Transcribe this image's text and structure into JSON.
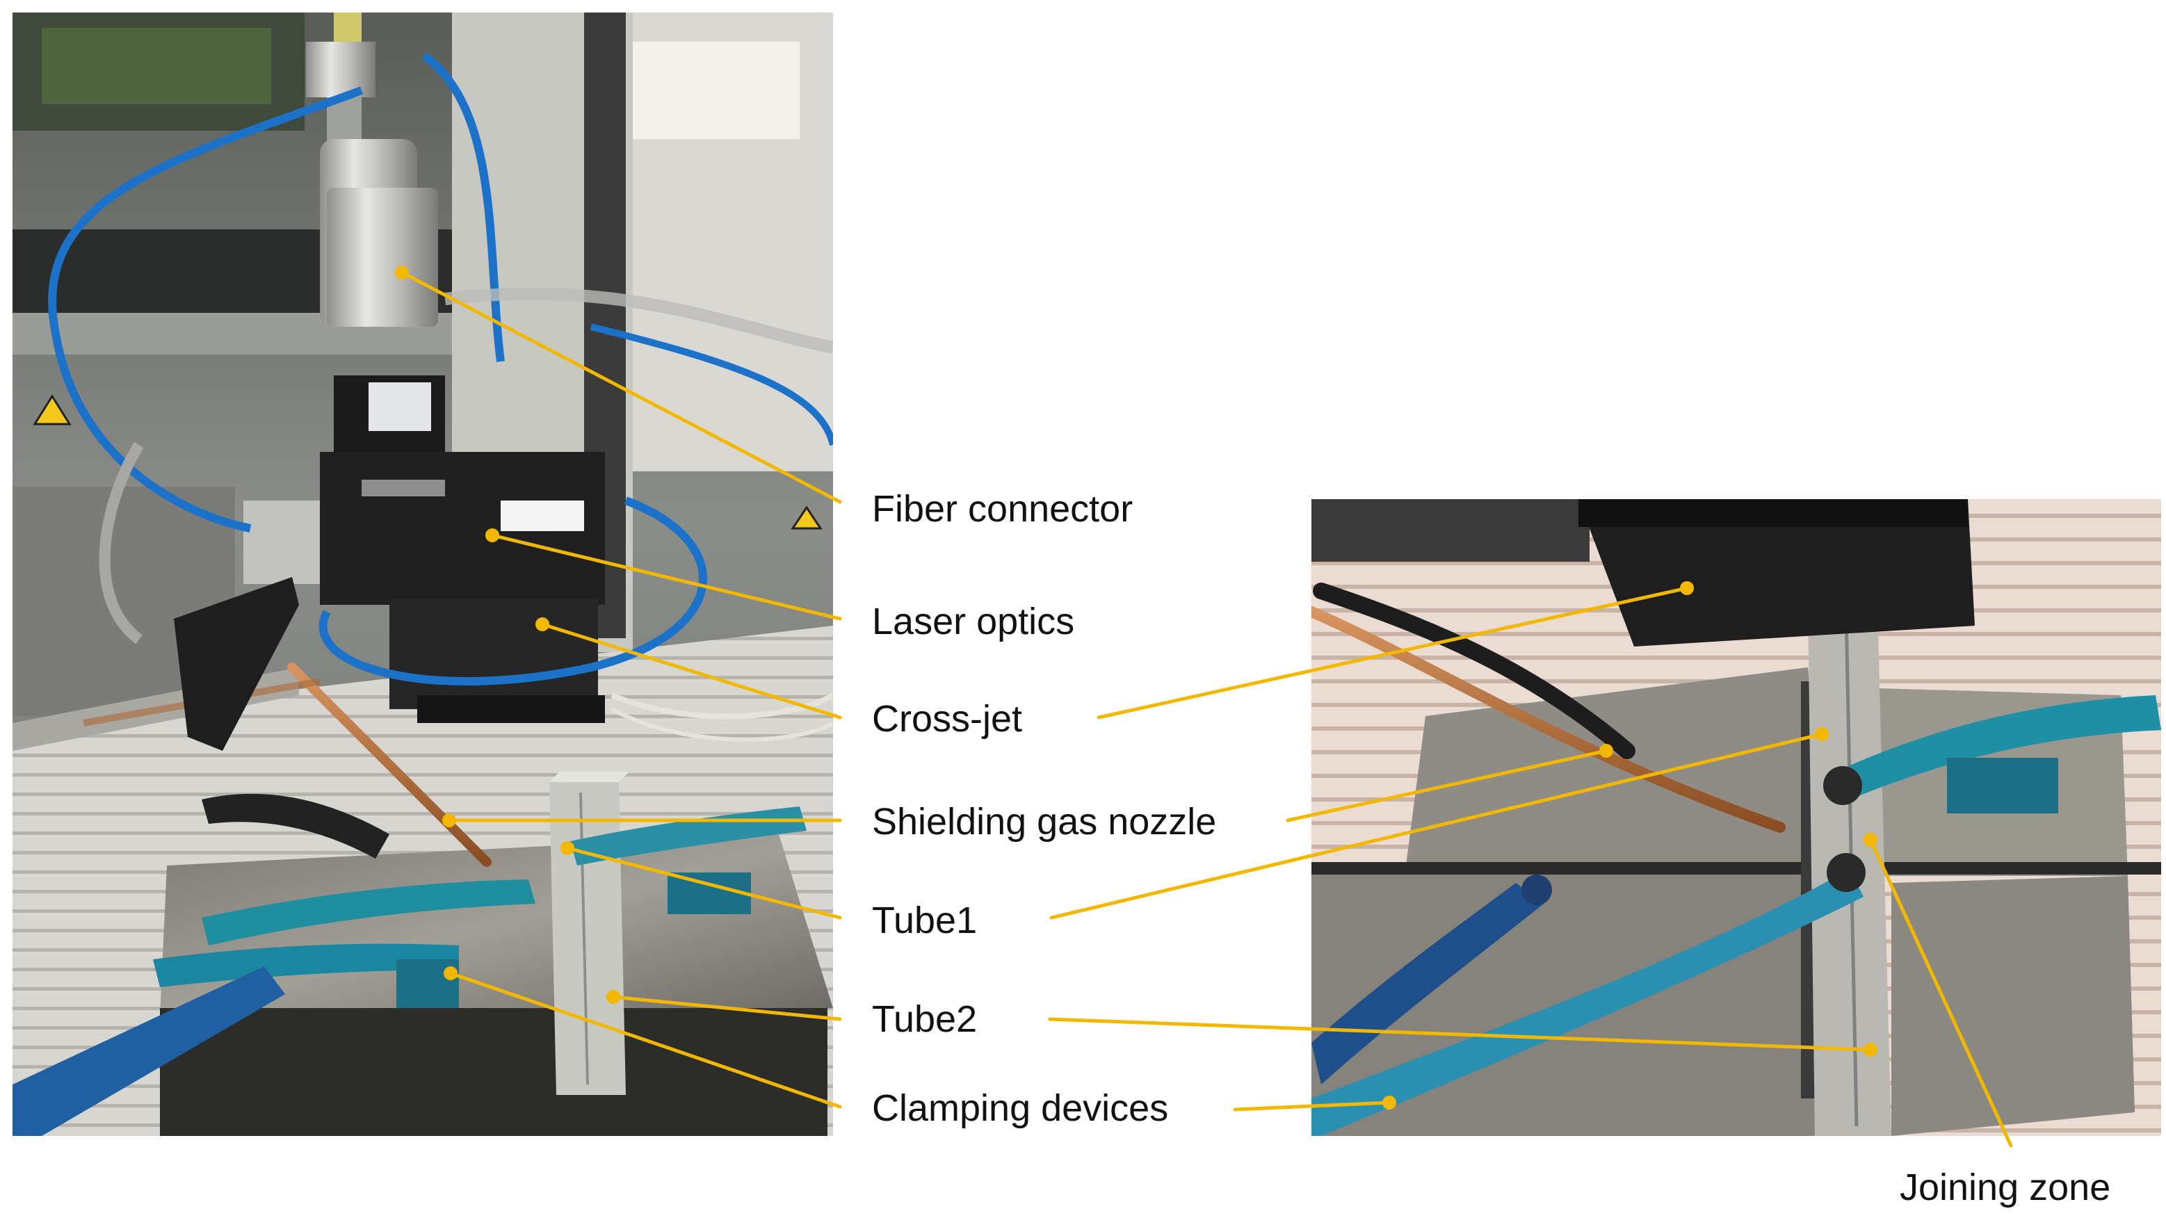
{
  "figure": {
    "labels": {
      "fiber_connector": "Fiber connector",
      "laser_optics": "Laser optics",
      "cross_jet": "Cross-jet",
      "shielding_gas_nozzle": "Shielding gas nozzle",
      "tube1": "Tube1",
      "tube2": "Tube2",
      "clamping_devices": "Clamping devices",
      "joining_zone": "Joining zone"
    },
    "colors": {
      "leader_line": "#f2b800",
      "text": "#111111",
      "background": "#ffffff"
    }
  }
}
